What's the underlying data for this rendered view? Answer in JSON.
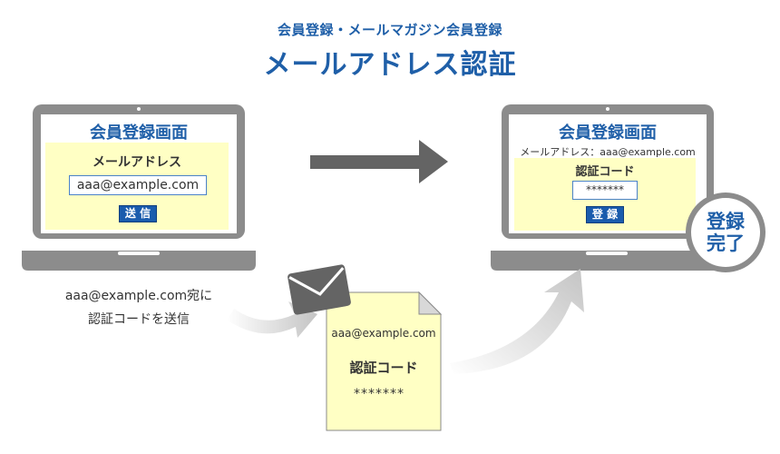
{
  "header": {
    "subtitle": "会員登録・メールマガジン会員登録",
    "title": "メールアドレス認証"
  },
  "left_screen": {
    "title": "会員登録画面",
    "email_label": "メールアドレス",
    "email_value": "aaa@example.com",
    "send_button": "送 信"
  },
  "caption": {
    "line1": "aaa@example.com宛に",
    "line2": "認証コードを送信"
  },
  "email_document": {
    "address": "aaa@example.com",
    "code_label": "認証コード",
    "code_value": "*******"
  },
  "right_screen": {
    "title": "会員登録画面",
    "email_line": "メールアドレス：aaa@example.com",
    "code_label": "認証コード",
    "code_value": "*******",
    "register_button": "登 録"
  },
  "badge": {
    "line1": "登録",
    "line2": "完了"
  },
  "colors": {
    "laptop_gray": "#8c8c8c",
    "panel_yellow": "#ffffc4",
    "accent_blue": "#1f5fa8",
    "button_blue": "#1a5cad",
    "arrow_gray": "#646464",
    "curve_gray": "#cfcfcf"
  }
}
